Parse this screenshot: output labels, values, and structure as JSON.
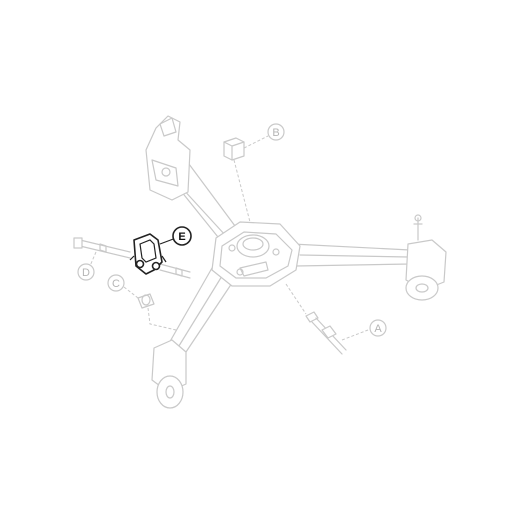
{
  "diagram": {
    "callouts": [
      {
        "id": "A",
        "label": "A",
        "highlighted": false
      },
      {
        "id": "B",
        "label": "B",
        "highlighted": false
      },
      {
        "id": "C",
        "label": "C",
        "highlighted": false
      },
      {
        "id": "D",
        "label": "D",
        "highlighted": false
      },
      {
        "id": "E",
        "label": "E",
        "highlighted": true
      }
    ],
    "colors": {
      "faint_line": "#c9c9c9",
      "highlight_line": "#222222",
      "background": "#ffffff"
    }
  }
}
